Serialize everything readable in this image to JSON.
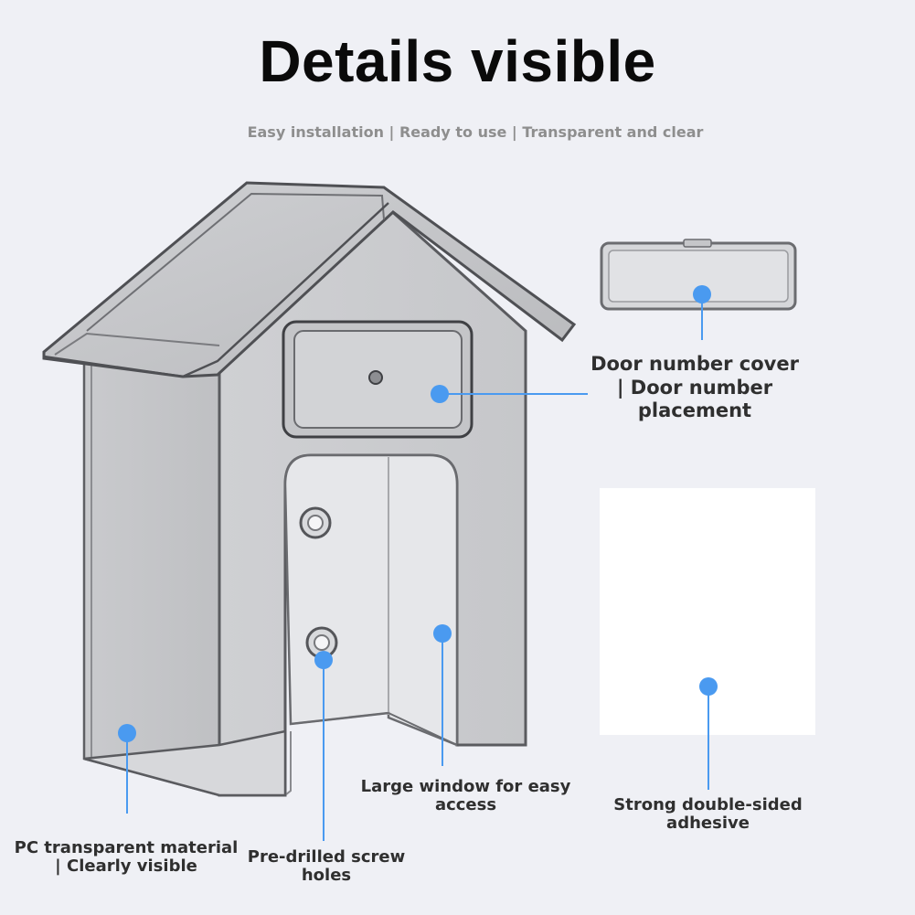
{
  "header": {
    "title": "Details visible",
    "subtitle": "Easy installation | Ready to use | Transparent and clear"
  },
  "callouts": {
    "door_number_cover": [
      "Door number cover",
      "| Door number",
      "placement"
    ],
    "large_window": [
      "Large window for easy",
      "access"
    ],
    "adhesive": [
      "Strong double-sided",
      "adhesive"
    ],
    "pc_material": [
      "PC transparent material",
      "| Clearly visible"
    ],
    "screw_holes": [
      "Pre-drilled screw",
      "holes"
    ]
  },
  "colors": {
    "background": "#eff0f5",
    "callout_dot": "#4a9af0",
    "callout_line": "#4a9af0",
    "label_text": "#2f2f2f"
  }
}
